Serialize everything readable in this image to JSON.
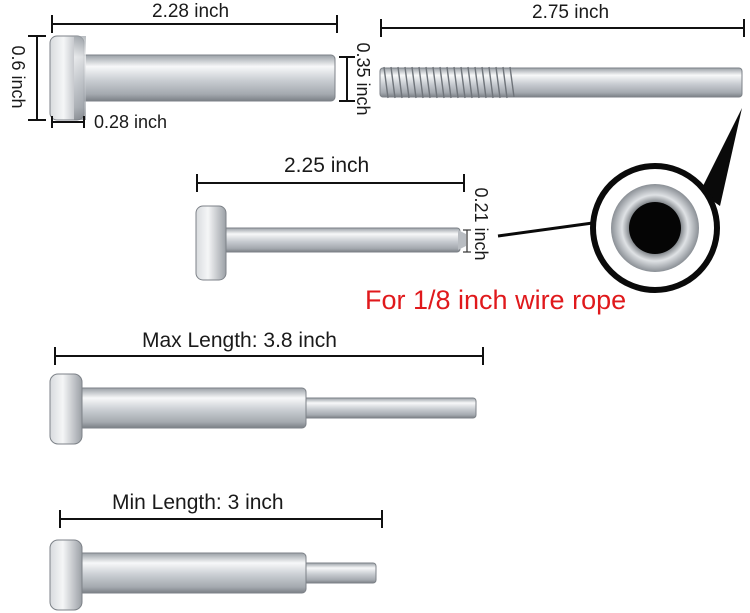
{
  "labels": {
    "sleeve_length": "2.28 inch",
    "sleeve_diameter": "0.6 inch",
    "sleeve_head": "0.28 inch",
    "stud_diameter": "0.35 inch",
    "stud_length": "2.75 inch",
    "pin_length": "2.25 inch",
    "pin_diameter": "0.21 inch",
    "wire_rope_note": "For 1/8 inch wire rope",
    "max_length": "Max Length: 3.8  inch",
    "min_length": "Min Length: 3  inch"
  },
  "colors": {
    "steel_light": "#f4f5f7",
    "steel_mid": "#c3c7cc",
    "steel_dark": "#8b9096",
    "accent_red": "#e0191c"
  }
}
